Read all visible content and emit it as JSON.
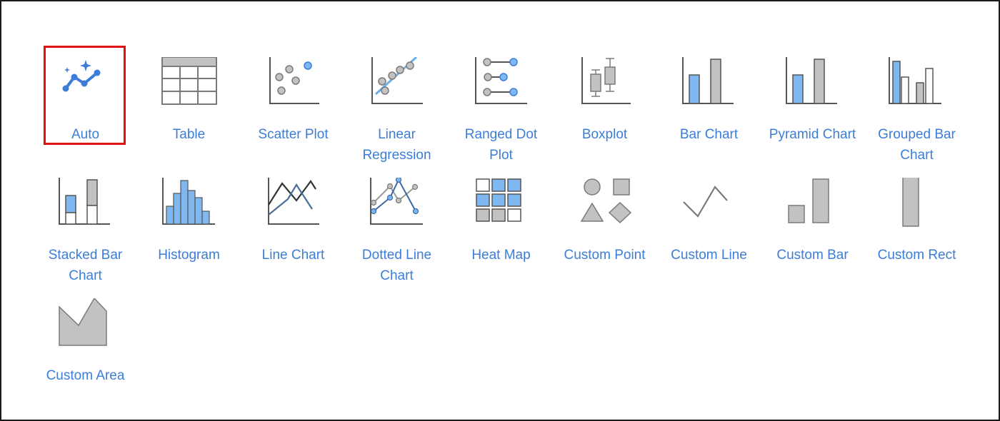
{
  "chart_types": [
    {
      "id": "auto",
      "label": "Auto",
      "icon": "sparkle-line-icon",
      "selected": true
    },
    {
      "id": "table",
      "label": "Table",
      "icon": "table-icon"
    },
    {
      "id": "scatter",
      "label": "Scatter Plot",
      "icon": "scatter-plot-icon"
    },
    {
      "id": "linreg",
      "label": "Linear\nRegression",
      "icon": "linear-regression-icon"
    },
    {
      "id": "rangeddot",
      "label": "Ranged Dot\nPlot",
      "icon": "ranged-dot-plot-icon"
    },
    {
      "id": "boxplot",
      "label": "Boxplot",
      "icon": "boxplot-icon"
    },
    {
      "id": "bar",
      "label": "Bar Chart",
      "icon": "bar-chart-icon"
    },
    {
      "id": "pyramid",
      "label": "Pyramid Chart",
      "icon": "pyramid-chart-icon"
    },
    {
      "id": "groupedbar",
      "label": "Grouped Bar\nChart",
      "icon": "grouped-bar-chart-icon"
    },
    {
      "id": "stackedbar",
      "label": "Stacked Bar\nChart",
      "icon": "stacked-bar-chart-icon"
    },
    {
      "id": "histogram",
      "label": "Histogram",
      "icon": "histogram-icon"
    },
    {
      "id": "line",
      "label": "Line Chart",
      "icon": "line-chart-icon"
    },
    {
      "id": "dottedline",
      "label": "Dotted Line\nChart",
      "icon": "dotted-line-chart-icon"
    },
    {
      "id": "heatmap",
      "label": "Heat Map",
      "icon": "heat-map-icon"
    },
    {
      "id": "custompoint",
      "label": "Custom Point",
      "icon": "custom-point-icon"
    },
    {
      "id": "customline",
      "label": "Custom Line",
      "icon": "custom-line-icon"
    },
    {
      "id": "custombar",
      "label": "Custom Bar",
      "icon": "custom-bar-icon"
    },
    {
      "id": "customrect",
      "label": "Custom Rect",
      "icon": "custom-rect-icon"
    },
    {
      "id": "customarea",
      "label": "Custom Area",
      "icon": "custom-area-icon"
    }
  ],
  "colors": {
    "label": "#3b7dd8",
    "accent_blue": "#7fb8f0",
    "icon_gray": "#c4c2c0",
    "icon_stroke": "#7a7a7a",
    "selection_border": "#e01010"
  }
}
